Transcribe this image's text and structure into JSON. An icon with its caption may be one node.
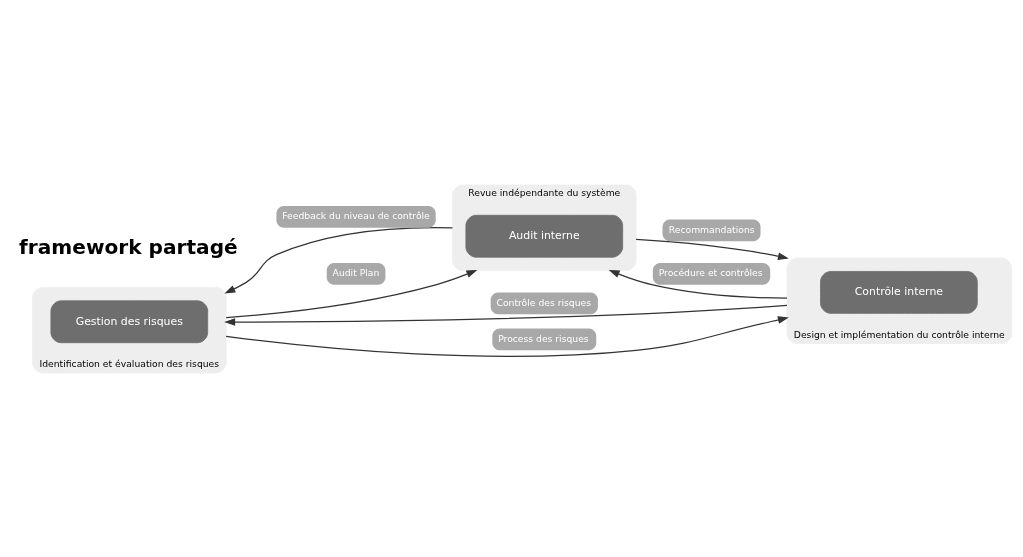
{
  "diagram": {
    "nodes": [
      {
        "text": [
          "Revue indépendante du système"
        ]
      },
      {
        "text": [
          "Audit interne"
        ],
        "in": 0
      },
      {
        "text": [
          "Identification et évaluation des risques"
        ]
      },
      {
        "text": [
          "Gestion des risques"
        ],
        "in": 2
      },
      {
        "text": [
          "Design et implémentation du contrôle interne"
        ]
      },
      {
        "text": [
          "Contrôle interne"
        ],
        "in": 4
      }
    ],
    "edges": [
      {
        "from": 0,
        "to": 2,
        "arrow": "to",
        "label": "Feedback du niveau de contrôle"
      },
      {
        "from": 2,
        "to": 0,
        "arrow": "to",
        "label": "Audit Plan"
      },
      {
        "from": 0,
        "to": 4,
        "arrow": "to",
        "label": "Recommandations"
      },
      {
        "from": 4,
        "to": 0,
        "arrow": "to",
        "label": "Procédure et contrôles"
      },
      {
        "from": 4,
        "to": 2,
        "arrow": "to",
        "label": "Contrôle des risques"
      },
      {
        "from": 2,
        "to": 4,
        "arrow": "to",
        "label": "Process des risques"
      }
    ],
    "labels": [
      "framework partagé"
    ]
  }
}
